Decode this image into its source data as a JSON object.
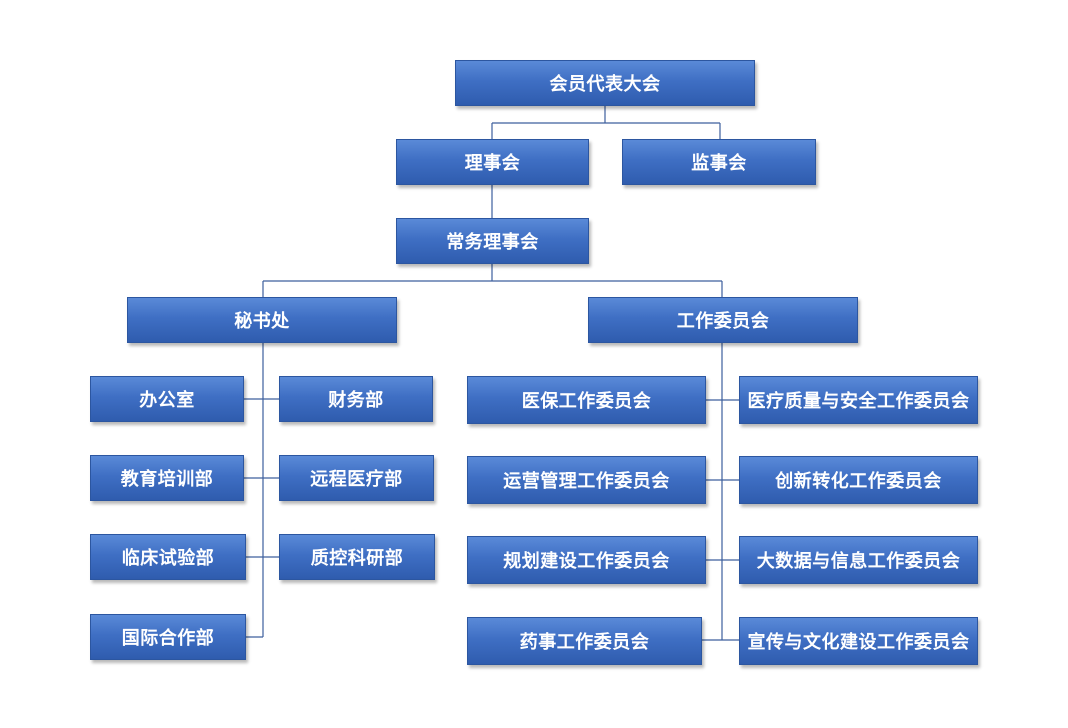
{
  "colors": {
    "box_top": "#5a8ad8",
    "box_bottom": "#2f5cae",
    "line": "#3d5f9e",
    "text": "#ffffff"
  },
  "nodes": {
    "assembly": "会员代表大会",
    "council": "理事会",
    "supervisory": "监事会",
    "standing": "常务理事会",
    "secretariat": "秘书处",
    "committees": "工作委员会",
    "office": "办公室",
    "finance": "财务部",
    "education": "教育培训部",
    "telemedicine": "远程医疗部",
    "clinical": "临床试验部",
    "quality_research": "质控科研部",
    "international": "国际合作部",
    "insurance_committee": "医保工作委员会",
    "quality_safety_committee": "医疗质量与安全工作委员会",
    "operations_committee": "运营管理工作委员会",
    "innovation_committee": "创新转化工作委员会",
    "planning_committee": "规划建设工作委员会",
    "bigdata_committee": "大数据与信息工作委员会",
    "pharmacy_committee": "药事工作委员会",
    "publicity_committee": "宣传与文化建设工作委员会"
  }
}
